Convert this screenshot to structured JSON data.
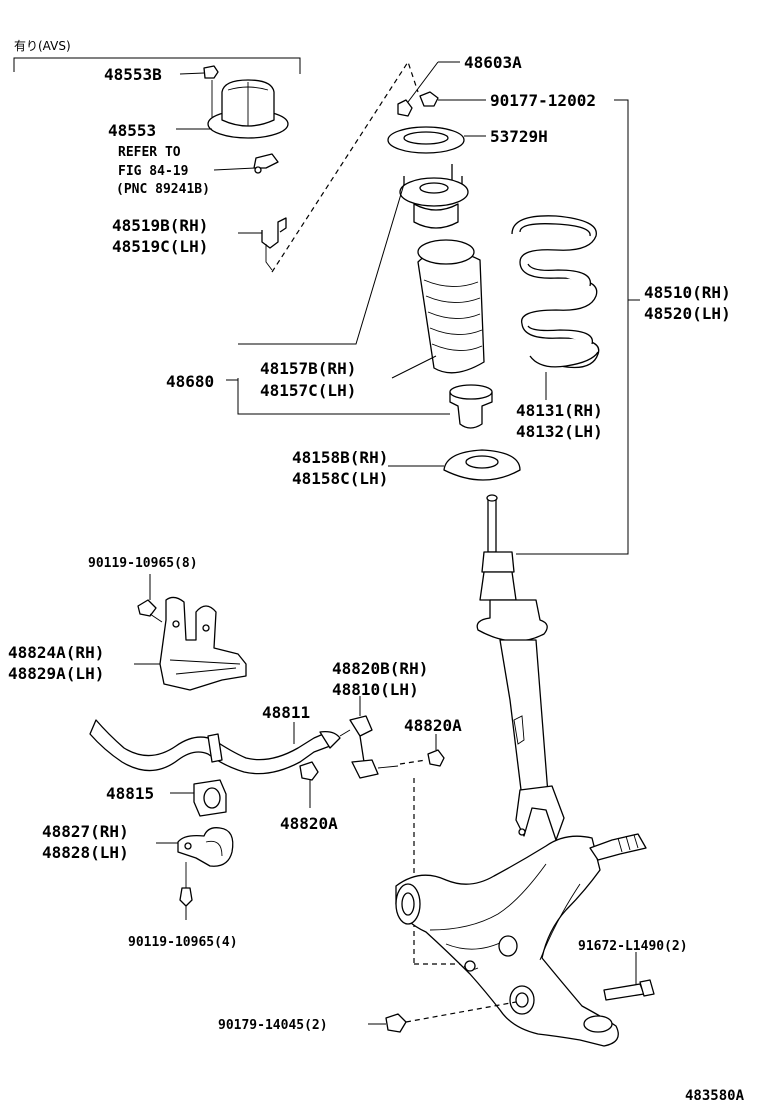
{
  "avs_header": "有り(AVS)",
  "refer_note": {
    "line1": "REFER TO",
    "line2": "FIG 84-19",
    "line3": "(PNC 89241B)"
  },
  "parts": {
    "p48553B": "48553B",
    "p48553": "48553",
    "p48519B": "48519B(RH)",
    "p48519C": "48519C(LH)",
    "p48603A": "48603A",
    "p90177": "90177-12002",
    "p53729H": "53729H",
    "p48510": "48510(RH)",
    "p48520": "48520(LH)",
    "p48680": "48680",
    "p48157B": "48157B(RH)",
    "p48157C": "48157C(LH)",
    "p48131": "48131(RH)",
    "p48132": "48132(LH)",
    "p48158B": "48158B(RH)",
    "p48158C": "48158C(LH)",
    "p90119a": "90119-10965(8)",
    "p48824A": "48824A(RH)",
    "p48829A": "48829A(LH)",
    "p48820B": "48820B(RH)",
    "p48810": "48810(LH)",
    "p48811": "48811",
    "p48820A_top": "48820A",
    "p48815": "48815",
    "p48820A_bottom": "48820A",
    "p48827": "48827(RH)",
    "p48828": "48828(LH)",
    "p90119b": "90119-10965(4)",
    "p91672": "91672-L1490(2)",
    "p90179": "90179-14045(2)"
  },
  "figure_id": "483580A"
}
